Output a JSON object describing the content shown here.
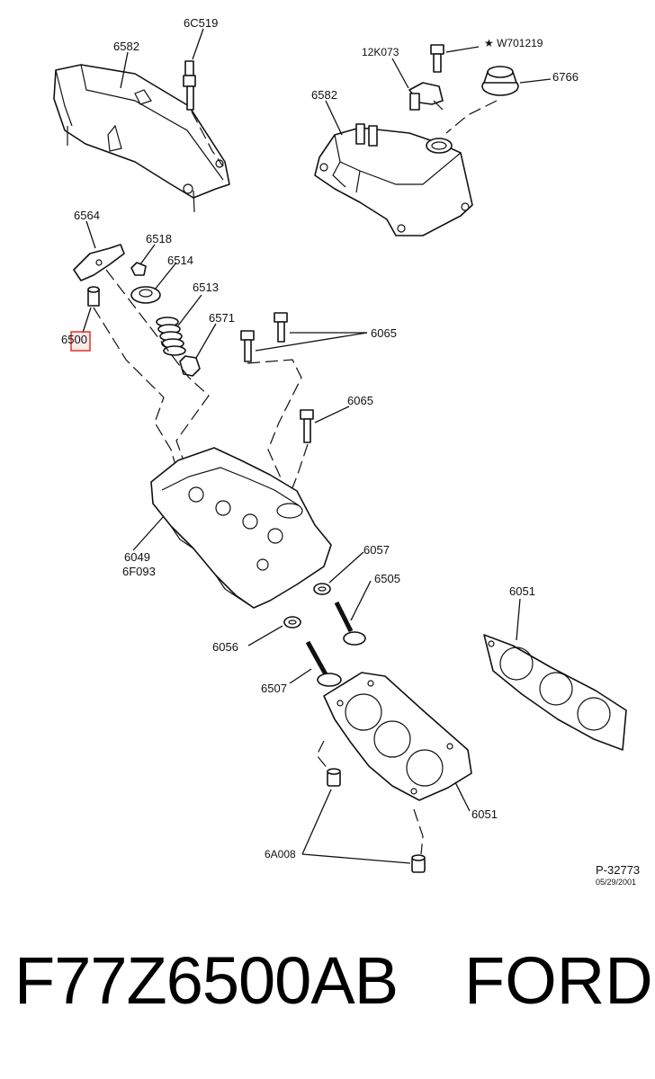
{
  "diagram": {
    "labels": {
      "cover_left": "6582",
      "spark_plug": "6C519",
      "sensor": "12K073",
      "bolt_sensor": "★ W701219",
      "cover_right": "6582",
      "oil_cap": "6766",
      "rocker": "6564",
      "keeper": "6518",
      "retainer": "6514",
      "spring": "6513",
      "seal": "6571",
      "lash_adjuster": "6500",
      "head_bolt_top": "6065",
      "head_bolt_mid": "6065",
      "head": "6049",
      "head_alt": "6F093",
      "exhaust_seal": "6057",
      "exhaust_valve": "6505",
      "gasket_right": "6051",
      "intake_seal": "6056",
      "intake_valve": "6507",
      "gasket_lower": "6051",
      "dowel": "6A008",
      "ref_code": "P-32773",
      "ref_date": "05/29/2001"
    }
  },
  "product": {
    "part_number": "F77Z6500AB",
    "brand": "FORD"
  }
}
